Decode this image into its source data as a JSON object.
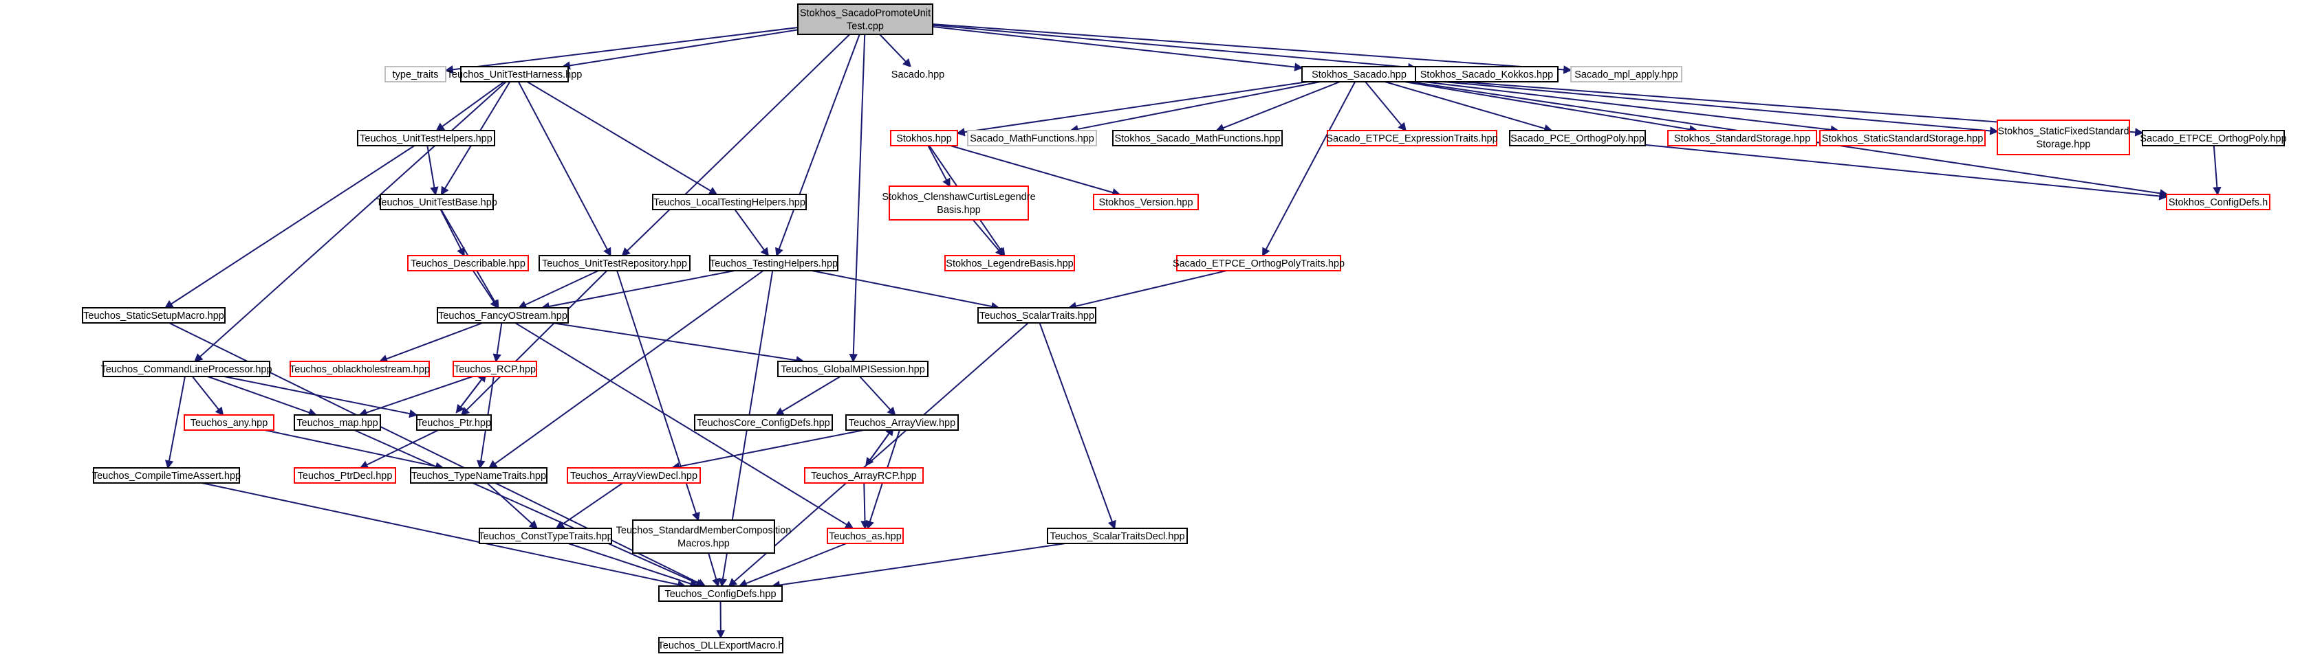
{
  "colors": {
    "edge": "#191970",
    "border_normal": "#000000",
    "border_linked": "#ff0000",
    "border_external": "#bfbfbf",
    "fill_root": "#bfbfbf",
    "fill_default": "#ffffff",
    "text": "#000000"
  },
  "nodes": {
    "root": {
      "lines": [
        "Stokhos_SacadoPromoteUnit",
        "Test.cpp"
      ],
      "kind": "root"
    },
    "type_traits": {
      "lines": [
        "type_traits"
      ],
      "kind": "external"
    },
    "uth": {
      "lines": [
        "Teuchos_UnitTestHarness.hpp"
      ],
      "kind": "normal"
    },
    "sacado": {
      "lines": [
        "Sacado.hpp"
      ],
      "kind": "plain"
    },
    "ss": {
      "lines": [
        "Stokhos_Sacado.hpp"
      ],
      "kind": "normal"
    },
    "ssk": {
      "lines": [
        "Stokhos_Sacado_Kokkos.hpp"
      ],
      "kind": "normal"
    },
    "mpl": {
      "lines": [
        "Sacado_mpl_apply.hpp"
      ],
      "kind": "external"
    },
    "uthelp": {
      "lines": [
        "Teuchos_UnitTestHelpers.hpp"
      ],
      "kind": "normal"
    },
    "stokhos": {
      "lines": [
        "Stokhos.hpp"
      ],
      "kind": "linked"
    },
    "smf": {
      "lines": [
        "Sacado_MathFunctions.hpp"
      ],
      "kind": "external"
    },
    "ssmf": {
      "lines": [
        "Stokhos_Sacado_MathFunctions.hpp"
      ],
      "kind": "normal"
    },
    "setet": {
      "lines": [
        "Sacado_ETPCE_ExpressionTraits.hpp"
      ],
      "kind": "linked"
    },
    "spce": {
      "lines": [
        "Sacado_PCE_OrthogPoly.hpp"
      ],
      "kind": "normal"
    },
    "sstd": {
      "lines": [
        "Stokhos_StandardStorage.hpp"
      ],
      "kind": "linked"
    },
    "sstatic": {
      "lines": [
        "Stokhos_StaticStandardStorage.hpp"
      ],
      "kind": "linked"
    },
    "sfixed": {
      "lines": [
        "Stokhos_StaticFixedStandard",
        "Storage.hpp"
      ],
      "kind": "linked"
    },
    "setop": {
      "lines": [
        "Sacado_ETPCE_OrthogPoly.hpp"
      ],
      "kind": "normal"
    },
    "utb": {
      "lines": [
        "Teuchos_UnitTestBase.hpp"
      ],
      "kind": "normal"
    },
    "ltest": {
      "lines": [
        "Teuchos_LocalTestingHelpers.hpp"
      ],
      "kind": "normal"
    },
    "scc": {
      "lines": [
        "Stokhos_ClenshawCurtisLegendre",
        "Basis.hpp"
      ],
      "kind": "linked"
    },
    "sver": {
      "lines": [
        "Stokhos_Version.hpp"
      ],
      "kind": "linked"
    },
    "sconf": {
      "lines": [
        "Stokhos_ConfigDefs.h"
      ],
      "kind": "linked"
    },
    "desc": {
      "lines": [
        "Teuchos_Describable.hpp"
      ],
      "kind": "linked"
    },
    "utr": {
      "lines": [
        "Teuchos_UnitTestRepository.hpp"
      ],
      "kind": "normal"
    },
    "thelp": {
      "lines": [
        "Teuchos_TestingHelpers.hpp"
      ],
      "kind": "normal"
    },
    "sleg": {
      "lines": [
        "Stokhos_LegendreBasis.hpp"
      ],
      "kind": "linked"
    },
    "setoptr": {
      "lines": [
        "Sacado_ETPCE_OrthogPolyTraits.hpp"
      ],
      "kind": "linked"
    },
    "ssm": {
      "lines": [
        "Teuchos_StaticSetupMacro.hpp"
      ],
      "kind": "normal"
    },
    "fos": {
      "lines": [
        "Teuchos_FancyOStream.hpp"
      ],
      "kind": "normal"
    },
    "str": {
      "lines": [
        "Teuchos_ScalarTraits.hpp"
      ],
      "kind": "normal"
    },
    "clp": {
      "lines": [
        "Teuchos_CommandLineProcessor.hpp"
      ],
      "kind": "normal"
    },
    "obh": {
      "lines": [
        "Teuchos_oblackholestream.hpp"
      ],
      "kind": "linked"
    },
    "rcp": {
      "lines": [
        "Teuchos_RCP.hpp"
      ],
      "kind": "linked"
    },
    "gmpi": {
      "lines": [
        "Teuchos_GlobalMPISession.hpp"
      ],
      "kind": "normal"
    },
    "tcc": {
      "lines": [
        "TeuchosCore_ConfigDefs.hpp"
      ],
      "kind": "normal"
    },
    "any": {
      "lines": [
        "Teuchos_any.hpp"
      ],
      "kind": "linked"
    },
    "map": {
      "lines": [
        "Teuchos_map.hpp"
      ],
      "kind": "normal"
    },
    "ptr": {
      "lines": [
        "Teuchos_Ptr.hpp"
      ],
      "kind": "normal"
    },
    "av": {
      "lines": [
        "Teuchos_ArrayView.hpp"
      ],
      "kind": "normal"
    },
    "cta": {
      "lines": [
        "Teuchos_CompileTimeAssert.hpp"
      ],
      "kind": "normal"
    },
    "ptrdecl": {
      "lines": [
        "Teuchos_PtrDecl.hpp"
      ],
      "kind": "linked"
    },
    "tnt": {
      "lines": [
        "Teuchos_TypeNameTraits.hpp"
      ],
      "kind": "normal"
    },
    "avd": {
      "lines": [
        "Teuchos_ArrayViewDecl.hpp"
      ],
      "kind": "linked"
    },
    "arcp": {
      "lines": [
        "Teuchos_ArrayRCP.hpp"
      ],
      "kind": "linked"
    },
    "smcm": {
      "lines": [
        "Teuchos_StandardMemberComposition",
        "Macros.hpp"
      ],
      "kind": "normal"
    },
    "ctt": {
      "lines": [
        "Teuchos_ConstTypeTraits.hpp"
      ],
      "kind": "normal"
    },
    "as": {
      "lines": [
        "Teuchos_as.hpp"
      ],
      "kind": "linked"
    },
    "strd": {
      "lines": [
        "Teuchos_ScalarTraitsDecl.hpp"
      ],
      "kind": "normal"
    },
    "tconf": {
      "lines": [
        "Teuchos_ConfigDefs.hpp"
      ],
      "kind": "normal"
    },
    "dll": {
      "lines": [
        "Teuchos_DLLExportMacro.h"
      ],
      "kind": "normal"
    }
  },
  "edges": [
    [
      "root",
      "type_traits"
    ],
    [
      "root",
      "uth"
    ],
    [
      "root",
      "sacado"
    ],
    [
      "root",
      "ss"
    ],
    [
      "root",
      "ssk"
    ],
    [
      "root",
      "mpl"
    ],
    [
      "root",
      "utr"
    ],
    [
      "root",
      "thelp"
    ],
    [
      "root",
      "gmpi"
    ],
    [
      "uth",
      "uthelp"
    ],
    [
      "uth",
      "utb"
    ],
    [
      "uth",
      "utr"
    ],
    [
      "uth",
      "ltest"
    ],
    [
      "uth",
      "clp"
    ],
    [
      "uthelp",
      "utb"
    ],
    [
      "uthelp",
      "ssm"
    ],
    [
      "utb",
      "desc"
    ],
    [
      "utb",
      "fos"
    ],
    [
      "desc",
      "fos"
    ],
    [
      "utr",
      "fos"
    ],
    [
      "utr",
      "ptr"
    ],
    [
      "utr",
      "smcm"
    ],
    [
      "ltest",
      "thelp"
    ],
    [
      "thelp",
      "fos"
    ],
    [
      "thelp",
      "tnt"
    ],
    [
      "thelp",
      "str"
    ],
    [
      "thelp",
      "tconf"
    ],
    [
      "ssm",
      "tconf"
    ],
    [
      "fos",
      "obh"
    ],
    [
      "fos",
      "rcp"
    ],
    [
      "fos",
      "gmpi"
    ],
    [
      "fos",
      "as"
    ],
    [
      "clp",
      "any"
    ],
    [
      "clp",
      "map"
    ],
    [
      "clp",
      "ptr"
    ],
    [
      "clp",
      "cta"
    ],
    [
      "rcp",
      "map"
    ],
    [
      "rcp",
      "ptr"
    ],
    [
      "rcp",
      "tnt"
    ],
    [
      "ptr",
      "rcp"
    ],
    [
      "ptr",
      "ptrdecl"
    ],
    [
      "any",
      "tnt"
    ],
    [
      "map",
      "tconf"
    ],
    [
      "gmpi",
      "tcc"
    ],
    [
      "gmpi",
      "av"
    ],
    [
      "av",
      "avd"
    ],
    [
      "av",
      "arcp"
    ],
    [
      "av",
      "as"
    ],
    [
      "arcp",
      "av"
    ],
    [
      "arcp",
      "as"
    ],
    [
      "avd",
      "ctt"
    ],
    [
      "tnt",
      "ctt"
    ],
    [
      "cta",
      "tconf"
    ],
    [
      "ctt",
      "tconf"
    ],
    [
      "smcm",
      "tconf"
    ],
    [
      "as",
      "tconf"
    ],
    [
      "str",
      "strd"
    ],
    [
      "str",
      "tconf"
    ],
    [
      "strd",
      "tconf"
    ],
    [
      "tconf",
      "dll"
    ],
    [
      "ss",
      "stokhos"
    ],
    [
      "ss",
      "smf"
    ],
    [
      "ss",
      "ssmf"
    ],
    [
      "ss",
      "setet"
    ],
    [
      "ss",
      "spce"
    ],
    [
      "ss",
      "sstd"
    ],
    [
      "ss",
      "sstatic"
    ],
    [
      "ss",
      "sfixed"
    ],
    [
      "ss",
      "setop"
    ],
    [
      "ss",
      "sconf"
    ],
    [
      "ss",
      "setoptr"
    ],
    [
      "stokhos",
      "scc"
    ],
    [
      "stokhos",
      "sver"
    ],
    [
      "stokhos",
      "sleg"
    ],
    [
      "scc",
      "sleg"
    ],
    [
      "spce",
      "sconf"
    ],
    [
      "setop",
      "sconf"
    ],
    [
      "setoptr",
      "str"
    ]
  ]
}
